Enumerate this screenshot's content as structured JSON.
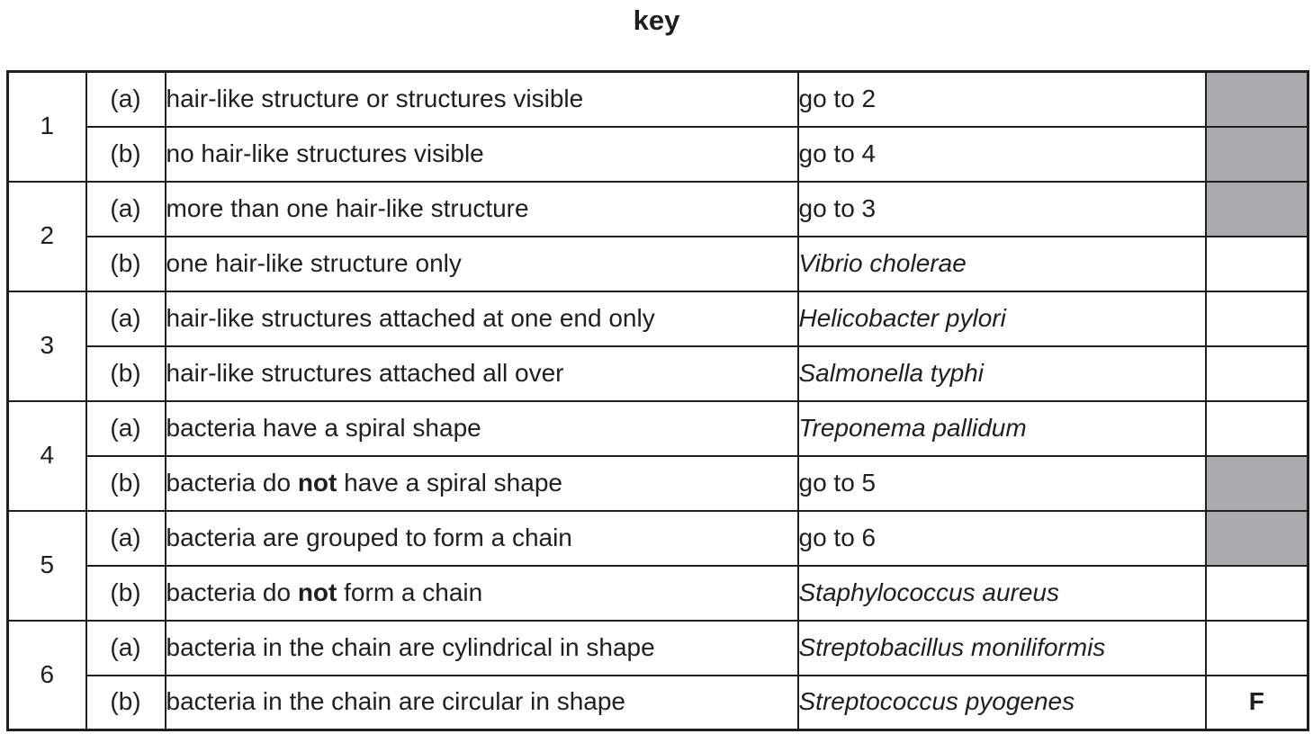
{
  "title": "key",
  "colors": {
    "shaded_cell": "#a9abad",
    "border": "#1f1f1f",
    "text": "#1f1f1f",
    "background": "#ffffff"
  },
  "key_table": {
    "groups": [
      {
        "number": "1",
        "options": [
          {
            "letter": "(a)",
            "description": [
              {
                "text": "hair-like structure or structures visible",
                "bold": false
              }
            ],
            "result": "go to 2",
            "result_italic": false,
            "box": {
              "shaded": true,
              "label": ""
            }
          },
          {
            "letter": "(b)",
            "description": [
              {
                "text": "no hair-like structures visible",
                "bold": false
              }
            ],
            "result": "go to 4",
            "result_italic": false,
            "box": {
              "shaded": true,
              "label": ""
            }
          }
        ]
      },
      {
        "number": "2",
        "options": [
          {
            "letter": "(a)",
            "description": [
              {
                "text": "more than one hair-like structure",
                "bold": false
              }
            ],
            "result": "go to 3",
            "result_italic": false,
            "box": {
              "shaded": true,
              "label": ""
            }
          },
          {
            "letter": "(b)",
            "description": [
              {
                "text": "one hair-like structure only",
                "bold": false
              }
            ],
            "result": "Vibrio cholerae",
            "result_italic": true,
            "box": {
              "shaded": false,
              "label": ""
            }
          }
        ]
      },
      {
        "number": "3",
        "options": [
          {
            "letter": "(a)",
            "description": [
              {
                "text": "hair-like structures attached at one end only",
                "bold": false
              }
            ],
            "result": "Helicobacter pylori",
            "result_italic": true,
            "box": {
              "shaded": false,
              "label": ""
            }
          },
          {
            "letter": "(b)",
            "description": [
              {
                "text": "hair-like structures attached all over",
                "bold": false
              }
            ],
            "result": "Salmonella typhi",
            "result_italic": true,
            "box": {
              "shaded": false,
              "label": ""
            }
          }
        ]
      },
      {
        "number": "4",
        "options": [
          {
            "letter": "(a)",
            "description": [
              {
                "text": "bacteria have a spiral shape",
                "bold": false
              }
            ],
            "result": "Treponema pallidum",
            "result_italic": true,
            "box": {
              "shaded": false,
              "label": ""
            }
          },
          {
            "letter": "(b)",
            "description": [
              {
                "text": "bacteria do ",
                "bold": false
              },
              {
                "text": "not",
                "bold": true
              },
              {
                "text": " have a spiral shape",
                "bold": false
              }
            ],
            "result": "go to 5",
            "result_italic": false,
            "box": {
              "shaded": true,
              "label": ""
            }
          }
        ]
      },
      {
        "number": "5",
        "options": [
          {
            "letter": "(a)",
            "description": [
              {
                "text": "bacteria are grouped to form a chain",
                "bold": false
              }
            ],
            "result": "go to 6",
            "result_italic": false,
            "box": {
              "shaded": true,
              "label": ""
            }
          },
          {
            "letter": "(b)",
            "description": [
              {
                "text": "bacteria do ",
                "bold": false
              },
              {
                "text": "not",
                "bold": true
              },
              {
                "text": " form a chain",
                "bold": false
              }
            ],
            "result": "Staphylococcus aureus",
            "result_italic": true,
            "box": {
              "shaded": false,
              "label": ""
            }
          }
        ]
      },
      {
        "number": "6",
        "options": [
          {
            "letter": "(a)",
            "description": [
              {
                "text": "bacteria in the chain are cylindrical in shape",
                "bold": false
              }
            ],
            "result": "Streptobacillus moniliformis",
            "result_italic": true,
            "box": {
              "shaded": false,
              "label": ""
            }
          },
          {
            "letter": "(b)",
            "description": [
              {
                "text": "bacteria in the chain are circular in shape",
                "bold": false
              }
            ],
            "result": "Streptococcus pyogenes",
            "result_italic": true,
            "box": {
              "shaded": false,
              "label": "F"
            }
          }
        ]
      }
    ]
  }
}
